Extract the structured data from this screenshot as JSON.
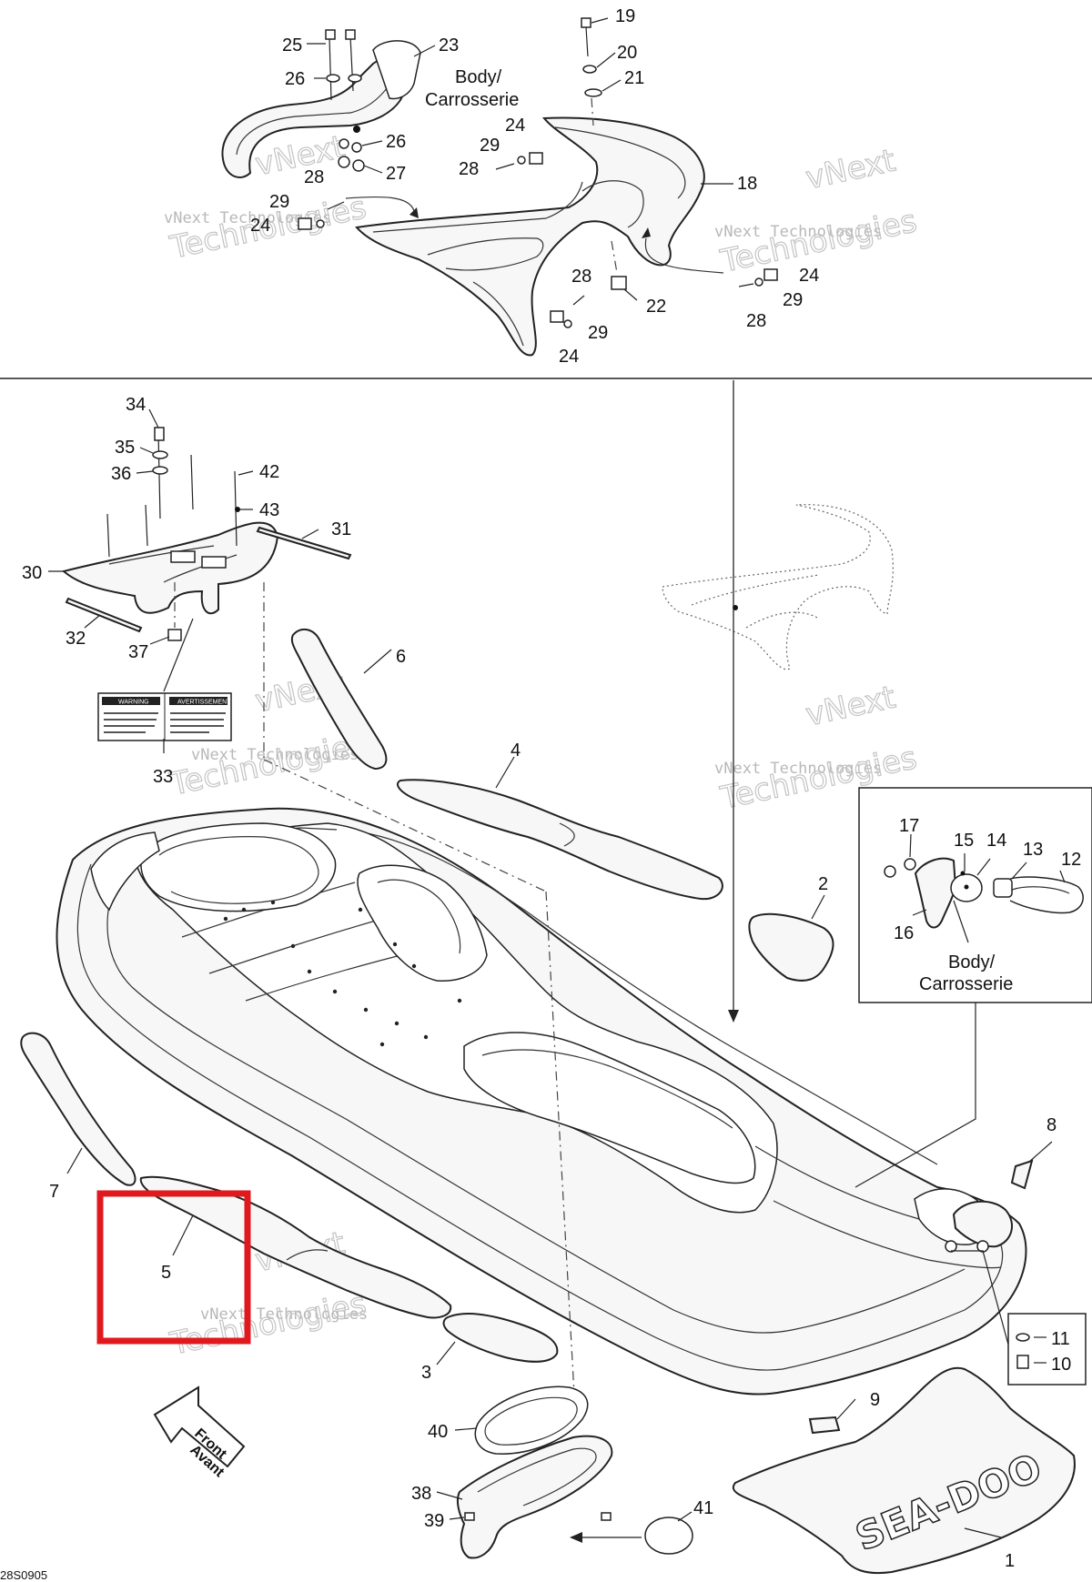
{
  "callouts": [
    {
      "id": "c1",
      "label": "1"
    },
    {
      "id": "c2",
      "label": "2"
    },
    {
      "id": "c3",
      "label": "3"
    },
    {
      "id": "c4",
      "label": "4"
    },
    {
      "id": "c5",
      "label": "5"
    },
    {
      "id": "c6",
      "label": "6"
    },
    {
      "id": "c7",
      "label": "7"
    },
    {
      "id": "c8",
      "label": "8"
    },
    {
      "id": "c9",
      "label": "9"
    },
    {
      "id": "c10",
      "label": "10"
    },
    {
      "id": "c11",
      "label": "11"
    },
    {
      "id": "c12",
      "label": "12"
    },
    {
      "id": "c13",
      "label": "13"
    },
    {
      "id": "c14",
      "label": "14"
    },
    {
      "id": "c15",
      "label": "15"
    },
    {
      "id": "c16",
      "label": "16"
    },
    {
      "id": "c17",
      "label": "17"
    },
    {
      "id": "c18",
      "label": "18"
    },
    {
      "id": "c19",
      "label": "19"
    },
    {
      "id": "c20",
      "label": "20"
    },
    {
      "id": "c21",
      "label": "21"
    },
    {
      "id": "c22",
      "label": "22"
    },
    {
      "id": "c23",
      "label": "23"
    },
    {
      "id": "c24a",
      "label": "24"
    },
    {
      "id": "c24b",
      "label": "24"
    },
    {
      "id": "c24c",
      "label": "24"
    },
    {
      "id": "c24d",
      "label": "24"
    },
    {
      "id": "c25",
      "label": "25"
    },
    {
      "id": "c26a",
      "label": "26"
    },
    {
      "id": "c26b",
      "label": "26"
    },
    {
      "id": "c27",
      "label": "27"
    },
    {
      "id": "c28a",
      "label": "28"
    },
    {
      "id": "c28b",
      "label": "28"
    },
    {
      "id": "c28c",
      "label": "28"
    },
    {
      "id": "c28d",
      "label": "28"
    },
    {
      "id": "c29a",
      "label": "29"
    },
    {
      "id": "c29b",
      "label": "29"
    },
    {
      "id": "c29c",
      "label": "29"
    },
    {
      "id": "c29d",
      "label": "29"
    },
    {
      "id": "c30",
      "label": "30"
    },
    {
      "id": "c31",
      "label": "31"
    },
    {
      "id": "c32",
      "label": "32"
    },
    {
      "id": "c33",
      "label": "33"
    },
    {
      "id": "c34",
      "label": "34"
    },
    {
      "id": "c35",
      "label": "35"
    },
    {
      "id": "c36",
      "label": "36"
    },
    {
      "id": "c37",
      "label": "37"
    },
    {
      "id": "c38",
      "label": "38"
    },
    {
      "id": "c39",
      "label": "39"
    },
    {
      "id": "c40",
      "label": "40"
    },
    {
      "id": "c41",
      "label": "41"
    },
    {
      "id": "c42",
      "label": "42"
    },
    {
      "id": "c43",
      "label": "43"
    }
  ],
  "notes": {
    "body_top_line1": "Body/",
    "body_top_line2": "Carrosserie",
    "body_inset_line1": "Body/",
    "body_inset_line2": "Carrosserie",
    "front_line1": "Front",
    "front_line2": "Avant"
  },
  "drawing_code": "28S0905",
  "watermark": {
    "line1": "vNext Technologies",
    "big1": "vNext",
    "big2": "Technologies"
  },
  "warning_label": {
    "left_title": "WARNING",
    "right_title": "AVERTISSEMENT"
  },
  "logo_text": "SEA-DOO",
  "colors": {
    "highlight": "#e0191f",
    "line": "#222222",
    "watermark": "#b8b8b8"
  }
}
